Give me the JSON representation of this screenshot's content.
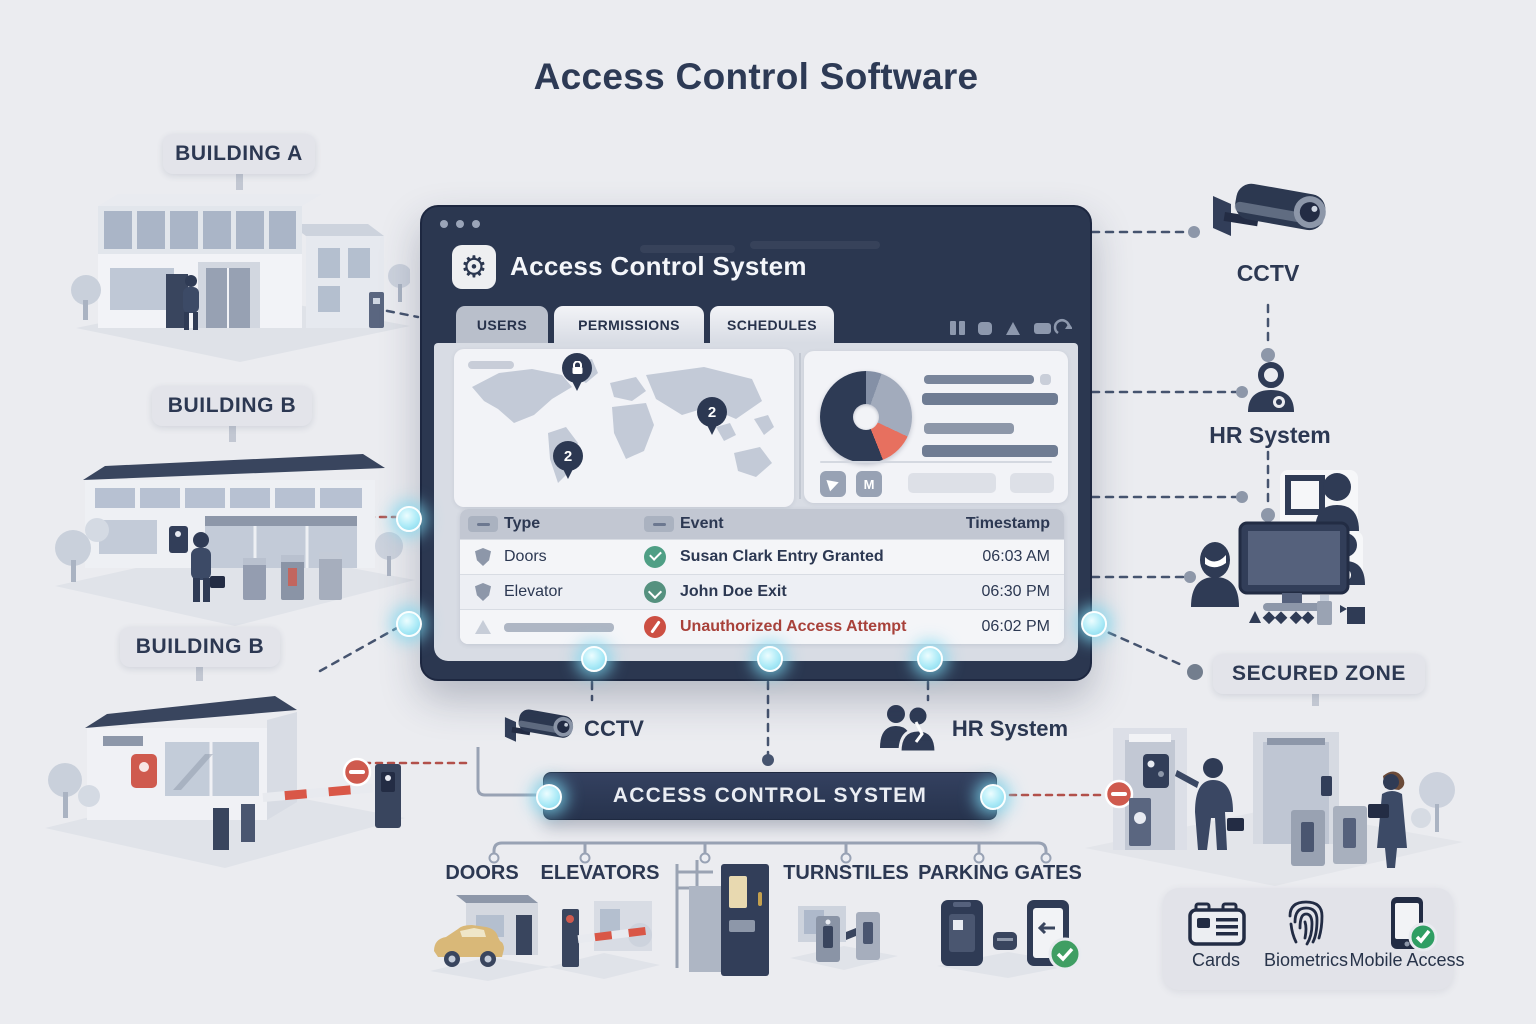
{
  "title": "Access Control Software",
  "buildings": [
    {
      "label": "BUILDING A"
    },
    {
      "label": "BUILDING B"
    },
    {
      "label": "BUILDING B"
    }
  ],
  "win": {
    "app_title": "Access Control System",
    "tabs": [
      {
        "label": "USERS"
      },
      {
        "label": "PERMISSIONS"
      },
      {
        "label": "SCHEDULES"
      }
    ],
    "toolbar_icons": [
      "columns-icon",
      "database-icon",
      "home-icon",
      "panel-icon",
      "redo-icon"
    ],
    "map": {
      "pins": [
        {
          "icon": "lock",
          "label": ""
        },
        {
          "icon": "count",
          "label": "2"
        },
        {
          "icon": "count",
          "label": "2"
        }
      ]
    },
    "pie": {
      "type": "pie",
      "slices": [
        {
          "name": "slate",
          "value": 5.5,
          "color": "#8490a6"
        },
        {
          "name": "light-slate",
          "value": 26.5,
          "color": "#a2abbc"
        },
        {
          "name": "coral",
          "value": 12,
          "color": "#e7705f"
        },
        {
          "name": "navy",
          "value": 56,
          "color": "#2e3b55"
        }
      ]
    },
    "stats": {
      "m_label": "M"
    },
    "table": {
      "headers": [
        {
          "label": "Type"
        },
        {
          "label": "Event"
        },
        {
          "label": "Timestamp"
        }
      ],
      "rows": [
        {
          "type": "Doors",
          "event": "Susan Clark Entry Granted",
          "timestamp": "06:03 AM",
          "status": "granted"
        },
        {
          "type": "Elevator",
          "event": "John Doe Exit",
          "timestamp": "06:30 PM",
          "status": "exit"
        },
        {
          "type": "",
          "event": "Unauthorized Access Attempt",
          "timestamp": "06:02 PM",
          "status": "denied"
        }
      ]
    }
  },
  "right_col": {
    "cctv_label": "CCTV",
    "hr_label": "HR System",
    "secured_zone_label": "SECURED ZONE"
  },
  "bottom": {
    "cctv_label": "CCTV",
    "hr_label": "HR System",
    "acs_label": "ACCESS CONTROL SYSTEM",
    "endpoints": [
      {
        "label": "DOORS"
      },
      {
        "label": "ELEVATORS"
      },
      {
        "label": "TURNSTILES"
      },
      {
        "label": "PARKING GATES"
      }
    ],
    "credentials": [
      {
        "label": "Cards",
        "icon": "id-card-icon"
      },
      {
        "label": "Biometrics",
        "icon": "fingerprint-icon"
      },
      {
        "label": "Mobile Access",
        "icon": "mobile-check-icon"
      }
    ]
  },
  "colors": {
    "background": "#ebecf0",
    "navy": "#2d3a55",
    "window_frame": "#2b3750",
    "accent_red": "#cf5a4e",
    "accent_green": "#4f9f85",
    "glow_cyan": "#9fe4f2"
  }
}
